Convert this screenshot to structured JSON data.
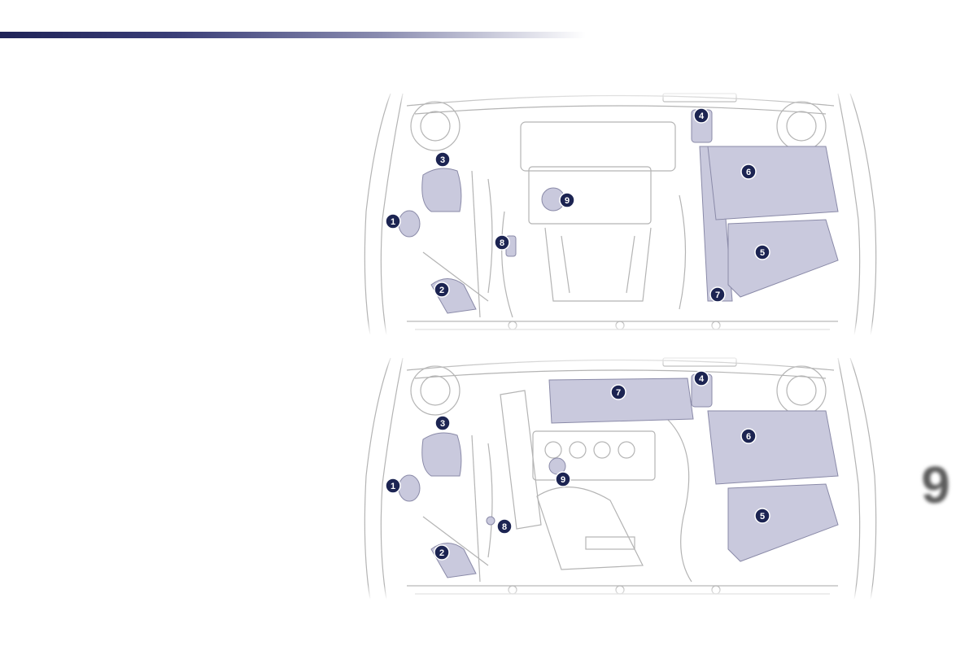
{
  "page": {
    "chapter_number": "9"
  },
  "diagrams": [
    {
      "callouts": [
        {
          "label": "1"
        },
        {
          "label": "2"
        },
        {
          "label": "3"
        },
        {
          "label": "4"
        },
        {
          "label": "5"
        },
        {
          "label": "6"
        },
        {
          "label": "7"
        },
        {
          "label": "8"
        },
        {
          "label": "9"
        }
      ]
    },
    {
      "callouts": [
        {
          "label": "1"
        },
        {
          "label": "2"
        },
        {
          "label": "3"
        },
        {
          "label": "4"
        },
        {
          "label": "5"
        },
        {
          "label": "6"
        },
        {
          "label": "7"
        },
        {
          "label": "8"
        },
        {
          "label": "9"
        }
      ]
    }
  ],
  "colors": {
    "header_bar": "#1f2358",
    "callout_fill": "#1c2452",
    "component_fill": "#c9c9dd",
    "line_art": "#b4b4b4"
  }
}
